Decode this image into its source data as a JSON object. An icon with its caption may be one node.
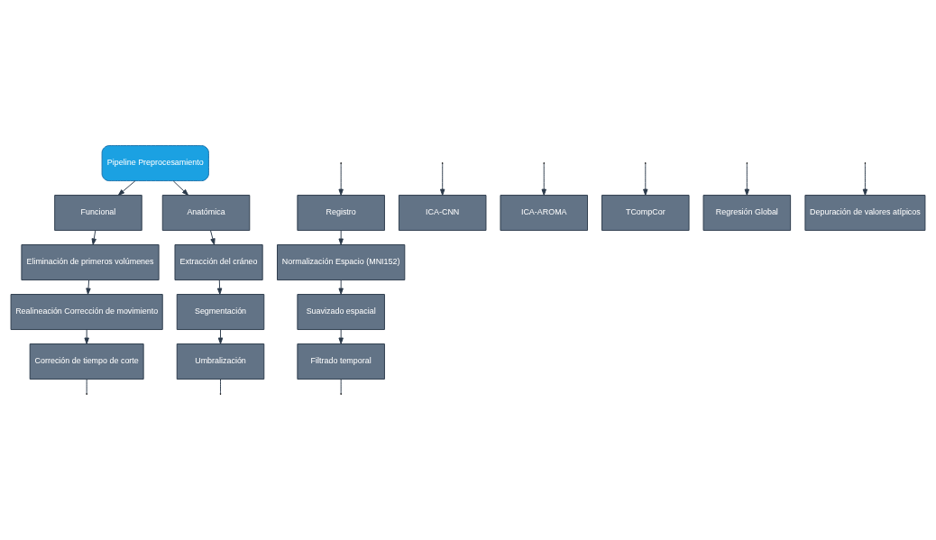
{
  "diagram": {
    "nodes": [
      {
        "text": [
          "Pipeline Preprocesamiento"
        ]
      },
      {
        "text": [
          "Funcional"
        ]
      },
      {
        "text": [
          "Eliminación de primeros volúmenes"
        ]
      },
      {
        "text": [
          "Realineación Corrección de movimiento"
        ]
      },
      {
        "text": [
          "Correción de tiempo de corte"
        ]
      },
      {
        "text": [
          "Anatómica"
        ]
      },
      {
        "text": [
          "Extracción del cráneo"
        ]
      },
      {
        "text": [
          "Segmentación"
        ]
      },
      {
        "text": [
          "Umbralización"
        ]
      },
      {
        "text": [
          "Registro"
        ]
      },
      {
        "text": [
          "Normalización Espacio (MNI152)"
        ]
      },
      {
        "text": [
          "Suavizado espacial"
        ]
      },
      {
        "text": [
          "Filtrado temporal"
        ]
      },
      {
        "text": [
          "ICA-CNN"
        ]
      },
      {
        "text": [
          "ICA-AROMA"
        ]
      },
      {
        "text": [
          "TCompCor"
        ]
      },
      {
        "text": [
          "Regresión Global"
        ]
      },
      {
        "text": [
          "Depuración de valores atípicos"
        ]
      }
    ],
    "edges": [
      {
        "from": 0,
        "to": 1,
        "arrow": "to"
      },
      {
        "from": 0,
        "to": 5,
        "arrow": "to"
      },
      {
        "from": 1,
        "to": 2,
        "arrow": "to"
      },
      {
        "from": 2,
        "to": 3,
        "arrow": "to"
      },
      {
        "from": 3,
        "to": 4,
        "arrow": "to"
      },
      {
        "from": 4,
        "to": null,
        "arrow": "none"
      },
      {
        "from": 5,
        "to": 6,
        "arrow": "to"
      },
      {
        "from": 6,
        "to": 7,
        "arrow": "to"
      },
      {
        "from": 7,
        "to": 8,
        "arrow": "to"
      },
      {
        "from": 8,
        "to": null,
        "arrow": "none"
      },
      {
        "from": null,
        "to": 9,
        "arrow": "to"
      },
      {
        "from": 9,
        "to": 10,
        "arrow": "to"
      },
      {
        "from": 10,
        "to": 11,
        "arrow": "to"
      },
      {
        "from": 11,
        "to": 12,
        "arrow": "to"
      },
      {
        "from": 12,
        "to": null,
        "arrow": "none"
      },
      {
        "from": null,
        "to": 13,
        "arrow": "to"
      },
      {
        "from": null,
        "to": 14,
        "arrow": "to"
      },
      {
        "from": null,
        "to": 15,
        "arrow": "to"
      },
      {
        "from": null,
        "to": 16,
        "arrow": "to"
      },
      {
        "from": null,
        "to": 17,
        "arrow": "to"
      }
    ]
  }
}
